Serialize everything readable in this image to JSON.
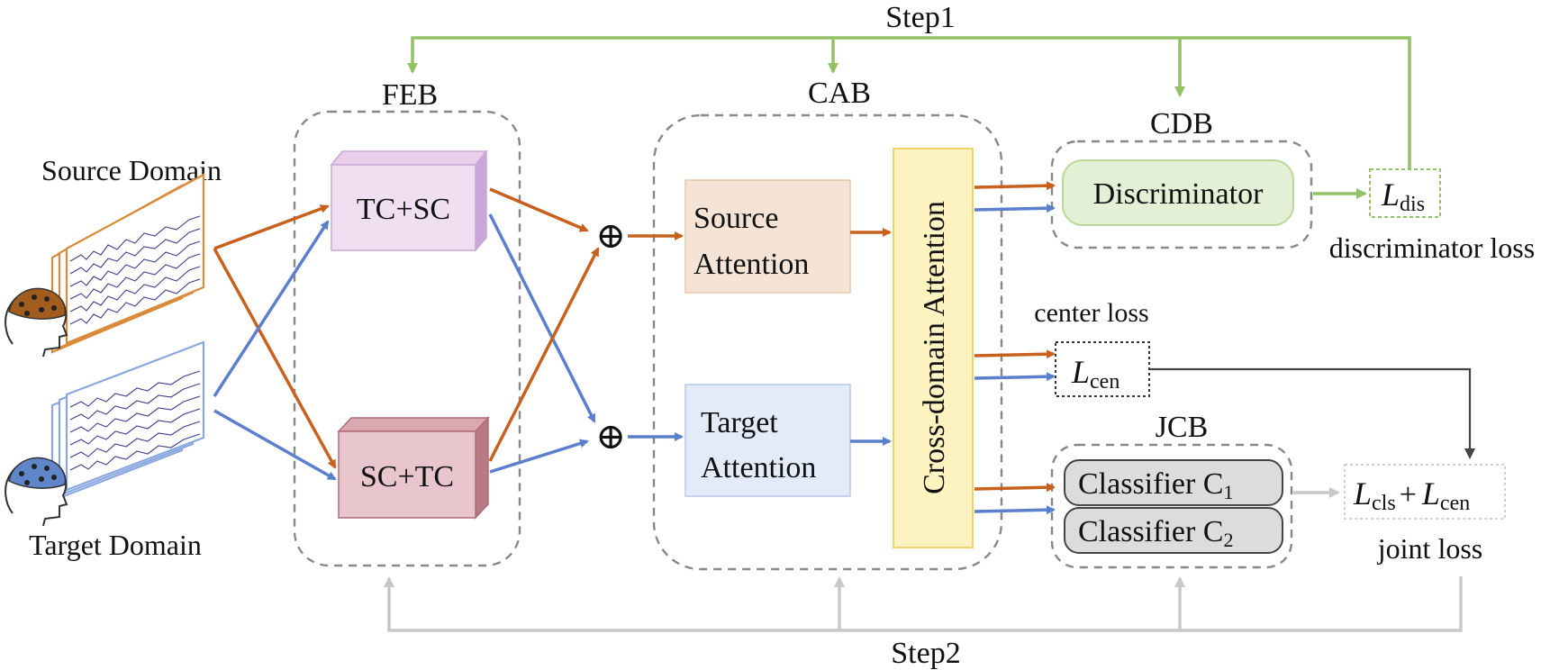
{
  "labels": {
    "step1": "Step1",
    "step2": "Step2",
    "feb": "FEB",
    "cab": "CAB",
    "cdb": "CDB",
    "jcb": "JCB",
    "source_domain": "Source Domain",
    "target_domain": "Target Domain",
    "tc_sc": "TC+SC",
    "sc_tc": "SC+TC",
    "source_attention_1": "Source",
    "source_attention_2": "Attention",
    "target_attention_1": "Target",
    "target_attention_2": "Attention",
    "cross_domain_attention": "Cross-domain Attention",
    "discriminator": "Discriminator",
    "l_dis_main": "L",
    "l_dis_sub": "dis",
    "discriminator_loss": "discriminator loss",
    "center_loss": "center loss",
    "l_cen_main": "L",
    "l_cen_sub": "cen",
    "classifier_c1": "Classifier C",
    "classifier_c1_sub": "1",
    "classifier_c2": "Classifier C",
    "classifier_c2_sub": "2",
    "joint_l1": "L",
    "joint_l1_sub": "cls",
    "joint_plus": "+",
    "joint_l2": "L",
    "joint_l2_sub": "cen",
    "joint_loss": "joint loss",
    "oplus": "⊕"
  },
  "colors": {
    "source_arrow": "#c8601e",
    "target_arrow": "#5b7fcc",
    "step1_arrow": "#93c266",
    "step2_arrow": "#c8c8c8",
    "tc_sc_box": "#f0dff0",
    "sc_tc_box": "#e8c4cc",
    "source_attention_box": "#f5e4d6",
    "target_attention_box": "#e3ebf8",
    "cross_attention_box": "#fdf3c0",
    "discriminator_box": "#e4f0d6",
    "classifier_box": "#dcdcdc"
  },
  "icons": [
    "head-source-icon",
    "head-target-icon",
    "eeg-stack-source",
    "eeg-stack-target"
  ]
}
